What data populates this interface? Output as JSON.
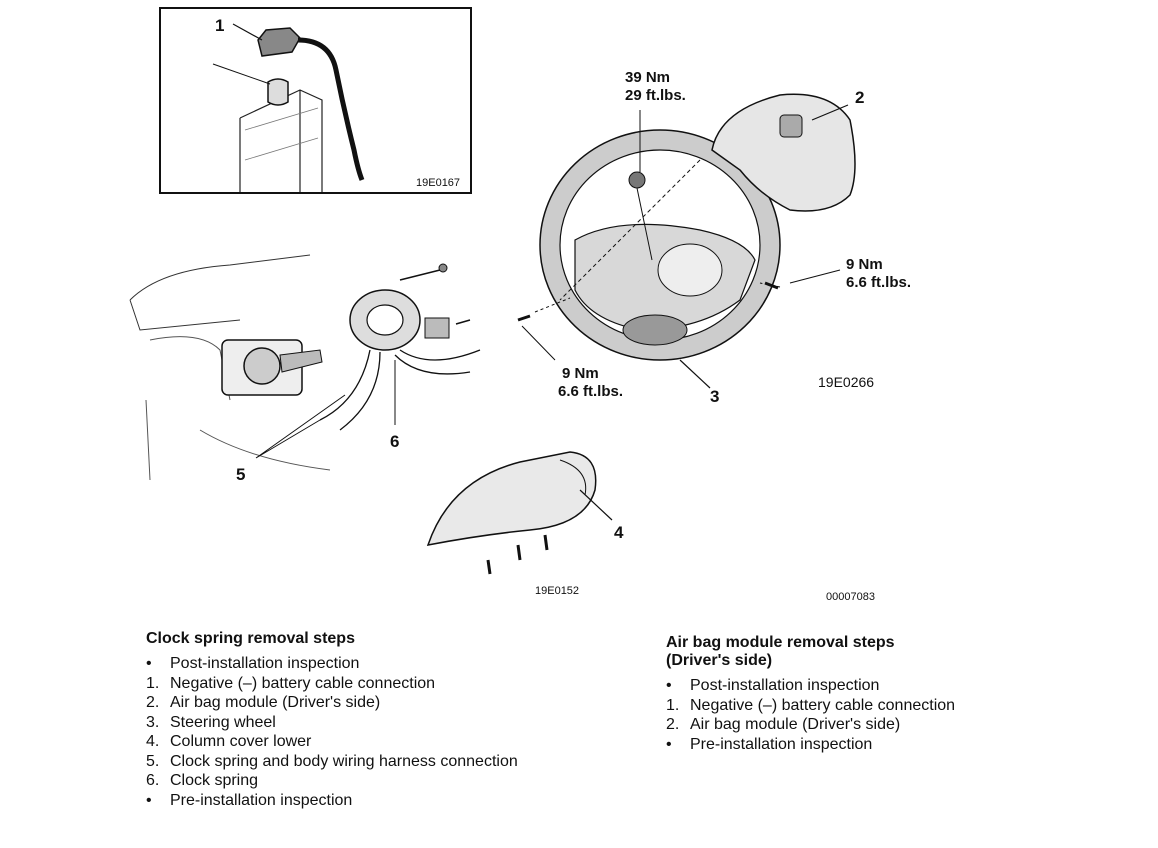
{
  "figure": {
    "callouts": [
      "1",
      "2",
      "3",
      "4",
      "5",
      "6"
    ],
    "torque": {
      "center_bolt": [
        "39 Nm",
        "29 ft.lbs."
      ],
      "right_bolt": [
        "9 Nm",
        "6.6 ft.lbs."
      ],
      "left_bolt": [
        "9 Nm",
        "6.6 ft.lbs."
      ]
    },
    "codes": {
      "battery_inset": "19E0167",
      "wheel": "19E0266",
      "cover": "19E0152",
      "document": "00007083"
    }
  },
  "clock_spring": {
    "title": "Clock spring removal steps",
    "steps": [
      {
        "marker": "•",
        "text": "Post-installation inspection"
      },
      {
        "marker": "1.",
        "text": "Negative (–) battery cable connection"
      },
      {
        "marker": "2.",
        "text": "Air bag module (Driver's side)"
      },
      {
        "marker": "3.",
        "text": "Steering wheel"
      },
      {
        "marker": "4.",
        "text": "Column cover lower"
      },
      {
        "marker": "5.",
        "text": "Clock spring and body wiring harness connection"
      },
      {
        "marker": "6.",
        "text": "Clock spring"
      },
      {
        "marker": "•",
        "text": "Pre-installation inspection"
      }
    ]
  },
  "air_bag": {
    "title_line1": "Air bag module removal steps",
    "title_line2": "(Driver's side)",
    "steps": [
      {
        "marker": "•",
        "text": "Post-installation inspection"
      },
      {
        "marker": "1.",
        "text": "Negative (–) battery cable connection"
      },
      {
        "marker": "2.",
        "text": "Air bag module (Driver's side)"
      },
      {
        "marker": "•",
        "text": "Pre-installation inspection"
      }
    ]
  }
}
